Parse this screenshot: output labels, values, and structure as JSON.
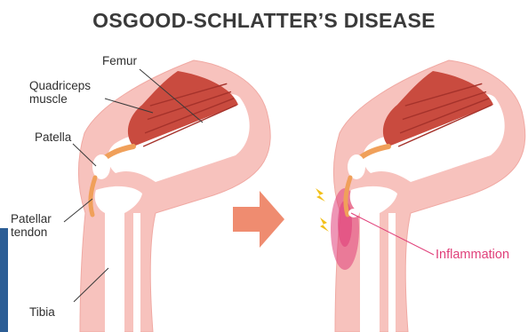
{
  "title": "OSGOOD-SCHLATTER’S DISEASE",
  "labels": {
    "femur": "Femur",
    "quadriceps": "Quadriceps muscle",
    "patella": "Patella",
    "patellar_tendon": "Patellar tendon",
    "tibia": "Tibia",
    "inflammation": "Inflammation"
  },
  "colors": {
    "skin": "#f7c2bd",
    "skin_outline": "#f0a9a3",
    "bone": "#ffffff",
    "muscle": "#c94b3f",
    "muscle_dark": "#a5322b",
    "tendon": "#f0a05a",
    "arrow": "#ef8c70",
    "inflammation": "#e0407a",
    "spark": "#f2c01a",
    "side_bar": "#2c5d95"
  }
}
